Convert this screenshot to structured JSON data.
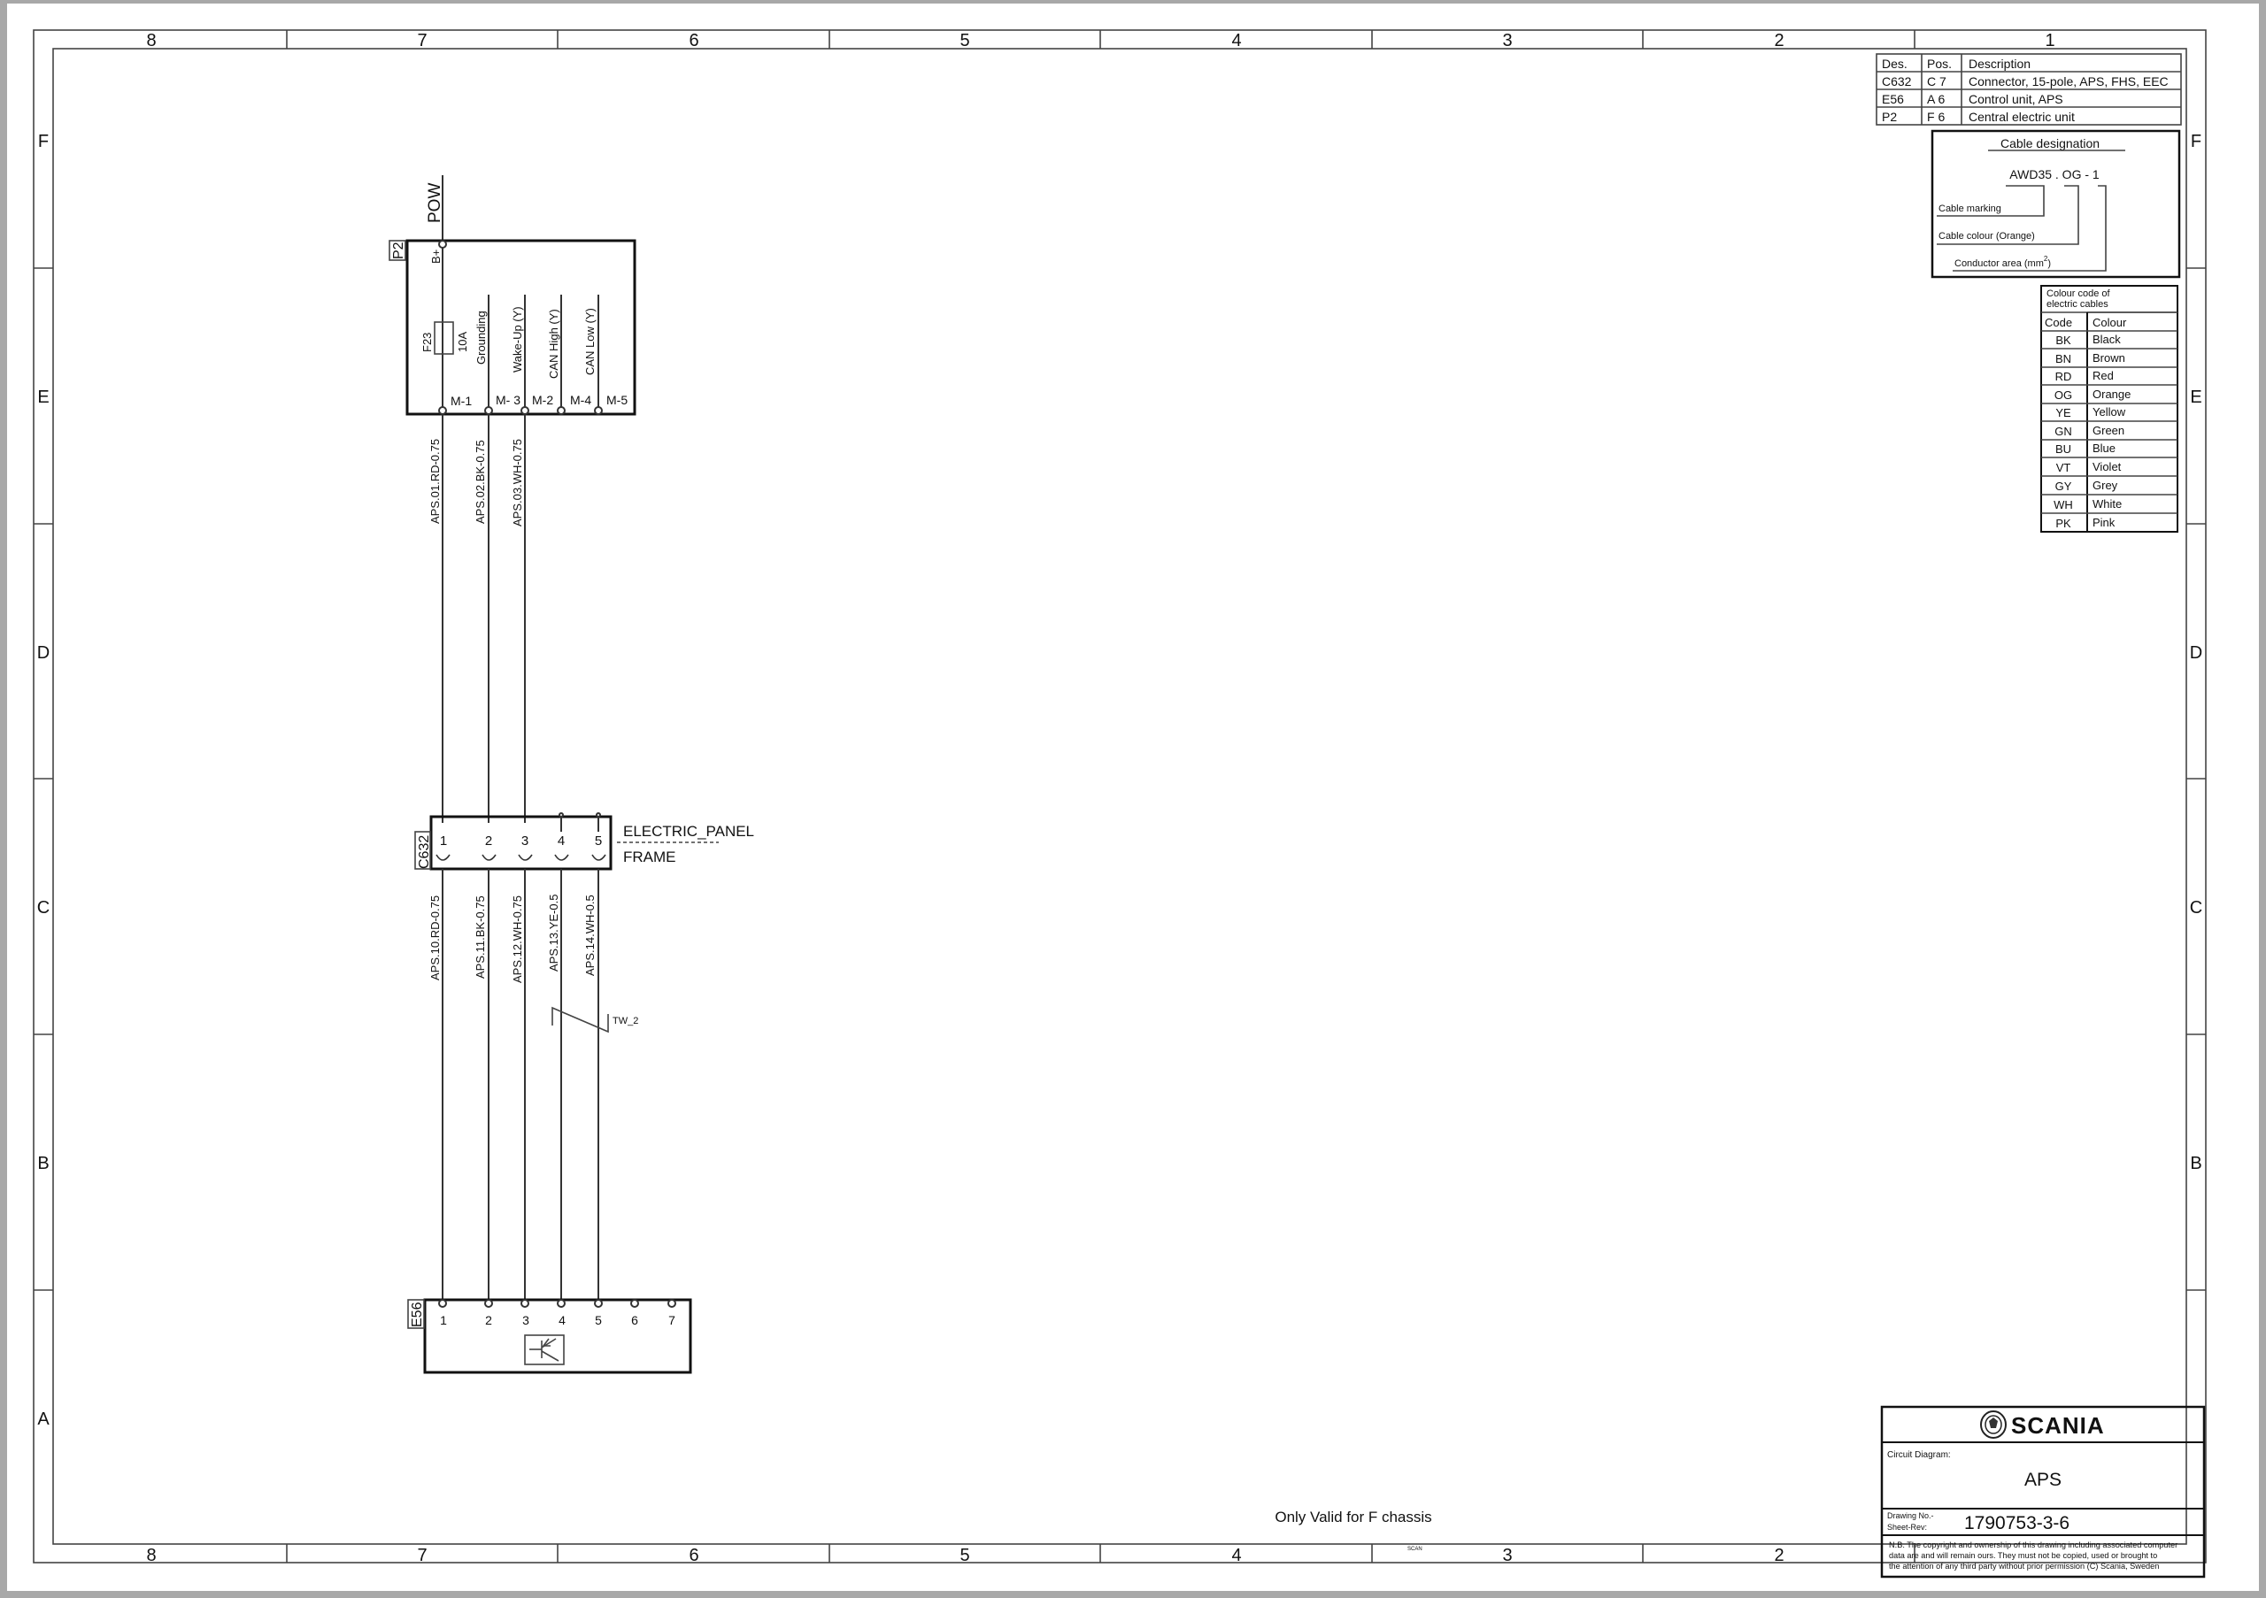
{
  "frame": {
    "columns": [
      "8",
      "7",
      "6",
      "5",
      "4",
      "3",
      "2",
      "1"
    ],
    "rows": [
      "F",
      "E",
      "D",
      "C",
      "B",
      "A"
    ]
  },
  "component_table": {
    "headers": [
      "Des.",
      "Pos.",
      "Description"
    ],
    "rows": [
      [
        "C632",
        "C 7",
        "Connector, 15-pole, APS, FHS, EEC"
      ],
      [
        "E56",
        "A 6",
        "Control unit, APS"
      ],
      [
        "P2",
        "F 6",
        "Central electric unit"
      ]
    ]
  },
  "cable_designation": {
    "title": "Cable designation",
    "example": "AWD35 . OG  -  1",
    "label_marking": "Cable marking",
    "label_colour": "Cable colour (Orange)",
    "label_area": "Conductor area (mm",
    "label_area_sup": "2",
    "label_area_end": ")"
  },
  "colour_code": {
    "title_line1": "Colour code of",
    "title_line2": "electric cables",
    "headers": [
      "Code",
      "Colour"
    ],
    "rows": [
      [
        "BK",
        "Black"
      ],
      [
        "BN",
        "Brown"
      ],
      [
        "RD",
        "Red"
      ],
      [
        "OG",
        "Orange"
      ],
      [
        "YE",
        "Yellow"
      ],
      [
        "GN",
        "Green"
      ],
      [
        "BU",
        "Blue"
      ],
      [
        "VT",
        "Violet"
      ],
      [
        "GY",
        "Grey"
      ],
      [
        "WH",
        "White"
      ],
      [
        "PK",
        "Pink"
      ]
    ]
  },
  "p2": {
    "designator": "P2",
    "power_label": "POW",
    "bplus": "B+",
    "fuse_name": "F23",
    "fuse_rating": "10A",
    "signals": [
      "Grounding",
      "Wake-Up (Y)",
      "CAN High (Y)",
      "CAN Low (Y)"
    ],
    "pins": [
      "M-1",
      "M- 3",
      "M-2",
      "M-4",
      "M-5"
    ]
  },
  "wires_upper": [
    "APS.01.RD-0.75",
    "APS.02.BK-0.75",
    "APS.03.WH-0.75"
  ],
  "c632": {
    "designator": "C632",
    "pins": [
      "1",
      "2",
      "3",
      "4",
      "5"
    ],
    "side_top": "ELECTRIC_PANEL",
    "side_bottom": "FRAME"
  },
  "wires_lower": [
    "APS.10.RD-0.75",
    "APS.11.BK-0.75",
    "APS.12.WH-0.75",
    "APS.13.YE-0.5",
    "APS.14.WH-0.5"
  ],
  "twist_label": "TW_2",
  "e56": {
    "designator": "E56",
    "pins": [
      "1",
      "2",
      "3",
      "4",
      "5",
      "6",
      "7"
    ]
  },
  "note": "Only Valid for F chassis",
  "scan_mark": "SCAN",
  "title_block": {
    "brand": "SCANIA",
    "circuit_label": "Circuit Diagram:",
    "circuit_name": "APS",
    "drawing_label_1": "Drawing No.-",
    "drawing_label_2": "Sheet-Rev:",
    "drawing_number": "1790753-3-6",
    "copyright_1": "N.B. The copyright and ownership of this drawing including associated computer",
    "copyright_2": "data are and will remain ours. They must not be copied, used or brought to",
    "copyright_3": "the attention of any third party without prior permission (C) Scania, Sweden"
  }
}
